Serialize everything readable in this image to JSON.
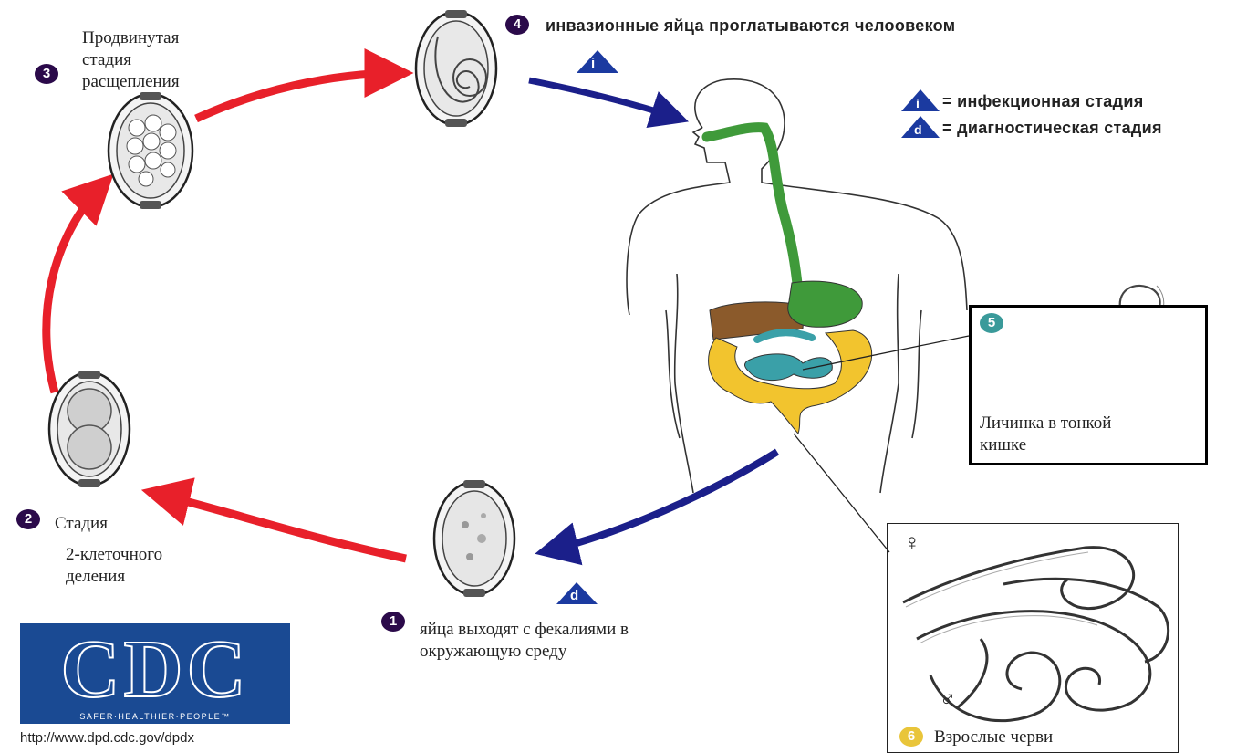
{
  "stages": {
    "s1": {
      "number": "1",
      "text": "яйца выходят с фекалиями в\nокружающую среду"
    },
    "s2": {
      "number": "2",
      "text": "Стадия",
      "text2": "2-клеточного\nделения"
    },
    "s3": {
      "number": "3",
      "text": "Продвинутая\nстадия\nрасщепления"
    },
    "s4": {
      "number": "4",
      "text": "инвазионные яйца проглатываются челоовеком"
    },
    "s5": {
      "number": "5",
      "text": "Личинка в тонкой\nкишке"
    },
    "s6": {
      "number": "6",
      "text": "Взрослые черви"
    }
  },
  "legend": {
    "infective_letter": "i",
    "infective_text": "= инфекционная стадия",
    "diagnostic_letter": "d",
    "diagnostic_text": "= диагностическая стадия"
  },
  "sex_symbols": {
    "female": "♀",
    "male": "♂"
  },
  "logo": {
    "letters": "CDC",
    "tagline": "SAFER·HEALTHIER·PEOPLE™"
  },
  "url": "http://www.dpd.cdc.gov/dpdx",
  "colors": {
    "cycle_arrow": "#e8202a",
    "infection_arrow": "#1b1f8a",
    "stomach": "#3f9a3a",
    "small_intestine": "#3aa0a8",
    "large_intestine": "#f2c42e",
    "liver": "#8b5a2b"
  }
}
